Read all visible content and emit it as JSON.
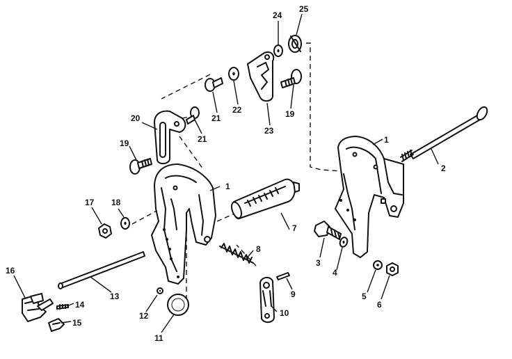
{
  "callouts": {
    "c1a": "1",
    "c1b": "1",
    "c2": "2",
    "c3": "3",
    "c4": "4",
    "c5": "5",
    "c6": "6",
    "c7": "7",
    "c8": "8",
    "c9": "9",
    "c10": "10",
    "c11": "11",
    "c12": "12",
    "c13": "13",
    "c14": "14",
    "c15": "15",
    "c16": "16",
    "c17": "17",
    "c18": "18",
    "c19a": "19",
    "c19b": "19",
    "c20": "20",
    "c21a": "21",
    "c21b": "21",
    "c22": "22",
    "c23": "23",
    "c24": "24",
    "c25": "25"
  }
}
